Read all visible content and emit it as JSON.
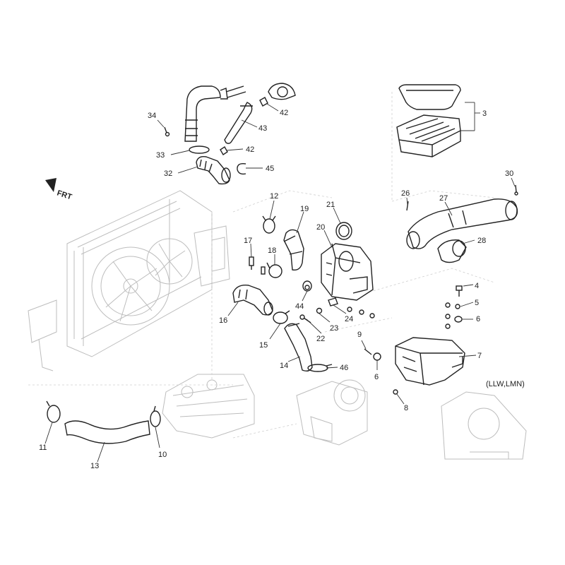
{
  "diagram": {
    "direction_label": "FRT",
    "engine_code": "(LLW,LMN)",
    "callouts": [
      {
        "id": "3",
        "text": "3"
      },
      {
        "id": "4",
        "text": "4"
      },
      {
        "id": "5",
        "text": "5"
      },
      {
        "id": "6a",
        "text": "6"
      },
      {
        "id": "6b",
        "text": "6"
      },
      {
        "id": "7",
        "text": "7"
      },
      {
        "id": "8",
        "text": "8"
      },
      {
        "id": "9",
        "text": "9"
      },
      {
        "id": "10",
        "text": "10"
      },
      {
        "id": "11",
        "text": "11"
      },
      {
        "id": "12",
        "text": "12"
      },
      {
        "id": "13",
        "text": "13"
      },
      {
        "id": "14",
        "text": "14"
      },
      {
        "id": "15",
        "text": "15"
      },
      {
        "id": "16",
        "text": "16"
      },
      {
        "id": "17",
        "text": "17"
      },
      {
        "id": "18",
        "text": "18"
      },
      {
        "id": "19",
        "text": "19"
      },
      {
        "id": "20",
        "text": "20"
      },
      {
        "id": "21",
        "text": "21"
      },
      {
        "id": "22",
        "text": "22"
      },
      {
        "id": "23",
        "text": "23"
      },
      {
        "id": "24",
        "text": "24"
      },
      {
        "id": "26",
        "text": "26"
      },
      {
        "id": "27",
        "text": "27"
      },
      {
        "id": "28",
        "text": "28"
      },
      {
        "id": "30",
        "text": "30"
      },
      {
        "id": "32",
        "text": "32"
      },
      {
        "id": "33",
        "text": "33"
      },
      {
        "id": "34",
        "text": "34"
      },
      {
        "id": "42a",
        "text": "42"
      },
      {
        "id": "42b",
        "text": "42"
      },
      {
        "id": "43",
        "text": "43"
      },
      {
        "id": "44",
        "text": "44"
      },
      {
        "id": "45",
        "text": "45"
      },
      {
        "id": "46",
        "text": "46"
      }
    ]
  }
}
